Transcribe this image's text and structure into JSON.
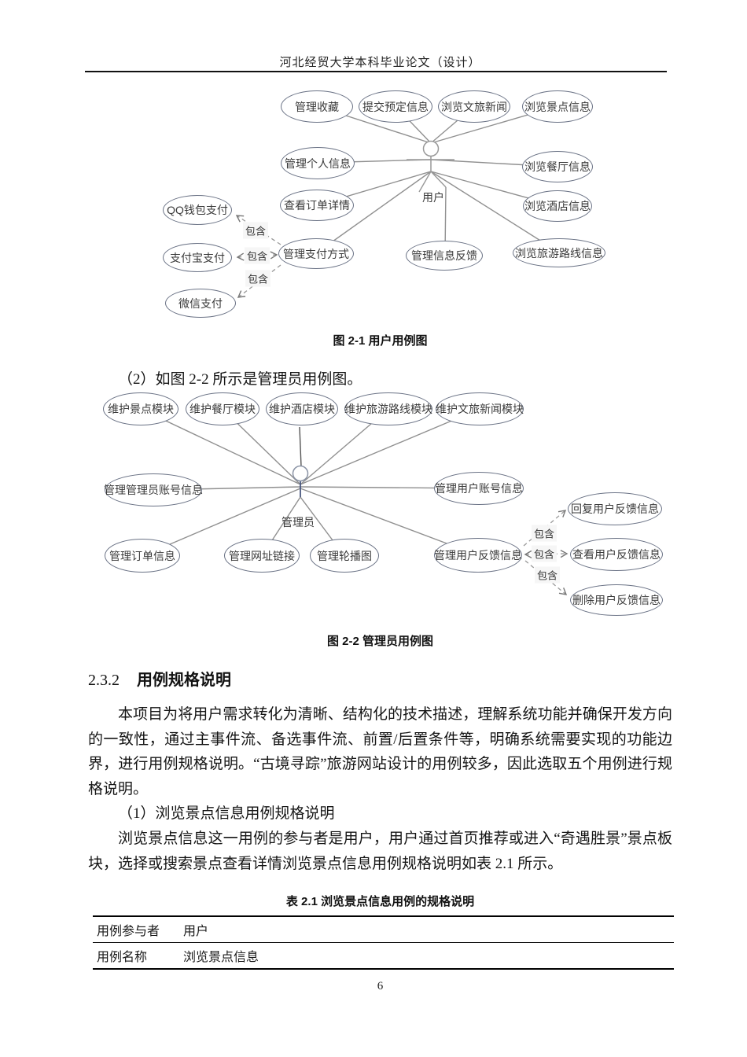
{
  "page": {
    "header": "河北经贸大学本科毕业论文（设计）",
    "page_number": "6"
  },
  "figure1": {
    "caption": "图 2-1 用户用例图",
    "actor_label": "用户",
    "usecases": [
      "管理收藏",
      "提交预定信息",
      "浏览文旅新闻",
      "浏览景点信息",
      "管理个人信息",
      "浏览餐厅信息",
      "查看订单详情",
      "浏览酒店信息",
      "QQ钱包支付",
      "支付宝支付",
      "管理支付方式",
      "管理信息反馈",
      "浏览旅游路线信息",
      "微信支付"
    ],
    "include_labels": [
      "包含",
      "包含",
      "包含"
    ]
  },
  "intro_text": "（2）如图 2-2 所示是管理员用例图。",
  "figure2": {
    "caption": "图 2-2 管理员用例图",
    "actor_label": "管理员",
    "usecases": [
      "维护景点模块",
      "维护餐厅模块",
      "维护酒店模块",
      "维护旅游路线模块",
      "维护文旅新闻模块",
      "管理管理员账号信息",
      "管理用户账号信息",
      "管理订单信息",
      "管理网址链接",
      "管理轮播图",
      "管理用户反馈信息",
      "回复用户反馈信息",
      "查看用户反馈信息",
      "删除用户反馈信息"
    ],
    "include_labels": [
      "包含",
      "包含",
      "包含"
    ]
  },
  "section": {
    "number": "2.3.2",
    "title": "用例规格说明"
  },
  "paragraphs": [
    "本项目为将用户需求转化为清晰、结构化的技术描述，理解系统功能并确保开发方向的一致性，通过主事件流、备选事件流、前置/后置条件等，明确系统需要实现的功能边界，进行用例规格说明。“古境寻踪”旅游网站设计的用例较多，因此选取五个用例进行规格说明。",
    "（1）浏览景点信息用例规格说明",
    "浏览景点信息这一用例的参与者是用户，用户通过首页推荐或进入“奇遇胜景”景点板块，选择或搜索景点查看详情浏览景点信息用例规格说明如表 2.1 所示。"
  ],
  "table": {
    "caption": "表 2.1 浏览景点信息用例的规格说明",
    "rows": [
      {
        "label": "用例参与者",
        "value": "用户"
      },
      {
        "label": "用例名称",
        "value": "浏览景点信息"
      }
    ]
  }
}
